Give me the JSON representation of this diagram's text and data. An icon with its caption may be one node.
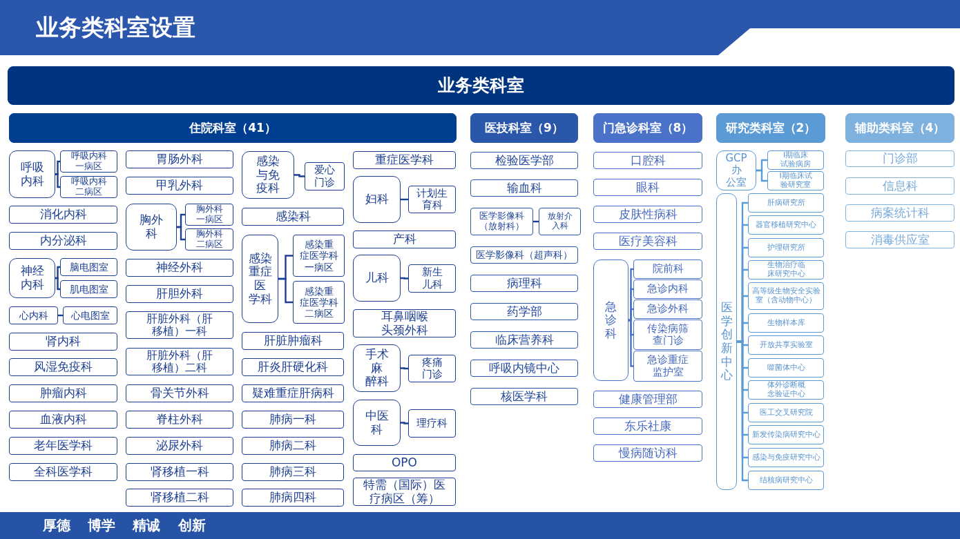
{
  "diagram": {
    "title": "业务类科室设置",
    "nodes": [
      {
        "text": [
          "业务类科室"
        ]
      },
      {
        "text": [
          "住院科室（41）"
        ]
      },
      {
        "text": [
          "呼吸内科"
        ]
      },
      {
        "text": [
          "呼吸内科一病区"
        ]
      },
      {
        "text": [
          "呼吸内科二病区"
        ]
      },
      {
        "text": [
          "消化内科"
        ]
      },
      {
        "text": [
          "内分泌科"
        ]
      },
      {
        "text": [
          "神经内科"
        ]
      },
      {
        "text": [
          "脑电图室"
        ]
      },
      {
        "text": [
          "肌电图室"
        ]
      },
      {
        "text": [
          "心内科"
        ]
      },
      {
        "text": [
          "心电图室"
        ]
      },
      {
        "text": [
          "肾内科"
        ]
      },
      {
        "text": [
          "风湿免疫科"
        ]
      },
      {
        "text": [
          "肿瘤内科"
        ]
      },
      {
        "text": [
          "血液内科"
        ]
      },
      {
        "text": [
          "老年医学科"
        ]
      },
      {
        "text": [
          "全科医学科"
        ]
      },
      {
        "text": [
          "胃肠外科"
        ]
      },
      {
        "text": [
          "甲乳外科"
        ]
      },
      {
        "text": [
          "胸外科"
        ]
      },
      {
        "text": [
          "胸外科一病区"
        ]
      },
      {
        "text": [
          "胸外科二病区"
        ]
      },
      {
        "text": [
          "神经外科"
        ]
      },
      {
        "text": [
          "肝胆外科"
        ]
      },
      {
        "text": [
          "肝脏外科（肝移植）一科"
        ]
      },
      {
        "text": [
          "肝脏外科（肝移植）二科"
        ]
      },
      {
        "text": [
          "骨关节外科"
        ]
      },
      {
        "text": [
          "脊柱外科"
        ]
      },
      {
        "text": [
          "泌尿外科"
        ]
      },
      {
        "text": [
          "肾移植一科"
        ]
      },
      {
        "text": [
          "肾移植二科"
        ]
      },
      {
        "text": [
          "感染与免疫科"
        ]
      },
      {
        "text": [
          "爱心门诊"
        ]
      },
      {
        "text": [
          "感染科"
        ]
      },
      {
        "text": [
          "感染重症医学科"
        ]
      },
      {
        "text": [
          "感染重症医学科一病区"
        ]
      },
      {
        "text": [
          "感染重症医学科二病区"
        ]
      },
      {
        "text": [
          "肝脏肿瘤科"
        ]
      },
      {
        "text": [
          "肝炎肝硬化科"
        ]
      },
      {
        "text": [
          "疑难重症肝病科"
        ]
      },
      {
        "text": [
          "肺病一科"
        ]
      },
      {
        "text": [
          "肺病二科"
        ]
      },
      {
        "text": [
          "肺病三科"
        ]
      },
      {
        "text": [
          "肺病四科"
        ]
      },
      {
        "text": [
          "重症医学科"
        ]
      },
      {
        "text": [
          "妇科"
        ]
      },
      {
        "text": [
          "计划生育科"
        ]
      },
      {
        "text": [
          "产科"
        ]
      },
      {
        "text": [
          "儿科"
        ]
      },
      {
        "text": [
          "新生儿科"
        ]
      },
      {
        "text": [
          "耳鼻咽喉头颈外科"
        ]
      },
      {
        "text": [
          "手术麻醉科"
        ]
      },
      {
        "text": [
          "疼痛门诊"
        ]
      },
      {
        "text": [
          "中医科"
        ]
      },
      {
        "text": [
          "理疗科"
        ]
      },
      {
        "text": [
          "OPO"
        ]
      },
      {
        "text": [
          "特需（国际）医疗病区（筹）"
        ]
      },
      {
        "text": [
          "医技科室（9）"
        ]
      },
      {
        "text": [
          "检验医学部"
        ]
      },
      {
        "text": [
          "输血科"
        ]
      },
      {
        "text": [
          "医学影像科（放射科）"
        ]
      },
      {
        "text": [
          "放射介入科"
        ]
      },
      {
        "text": [
          "医学影像科（超声科）"
        ]
      },
      {
        "text": [
          "病理科"
        ]
      },
      {
        "text": [
          "药学部"
        ]
      },
      {
        "text": [
          "临床营养科"
        ]
      },
      {
        "text": [
          "呼吸内镜中心"
        ]
      },
      {
        "text": [
          "核医学科"
        ]
      },
      {
        "text": [
          "门急诊科室（8）"
        ]
      },
      {
        "text": [
          "口腔科"
        ]
      },
      {
        "text": [
          "眼科"
        ]
      },
      {
        "text": [
          "皮肤性病科"
        ]
      },
      {
        "text": [
          "医疗美容科"
        ]
      },
      {
        "text": [
          "急诊科"
        ]
      },
      {
        "text": [
          "院前科"
        ]
      },
      {
        "text": [
          "急诊内科"
        ]
      },
      {
        "text": [
          "急诊外科"
        ]
      },
      {
        "text": [
          "传染病筛查门诊"
        ]
      },
      {
        "text": [
          "急诊重症监护室"
        ]
      },
      {
        "text": [
          "健康管理部"
        ]
      },
      {
        "text": [
          "东乐社康"
        ]
      },
      {
        "text": [
          "慢病随访科"
        ]
      },
      {
        "text": [
          "研究类科室（2）"
        ]
      },
      {
        "text": [
          "GCP办公室"
        ]
      },
      {
        "text": [
          "Ⅰ期临床试验病房"
        ]
      },
      {
        "text": [
          "Ⅰ期临床试验研究室"
        ]
      },
      {
        "text": [
          "医学创新中心"
        ]
      },
      {
        "text": [
          "肝病研究所"
        ]
      },
      {
        "text": [
          "器官移植研究中心"
        ]
      },
      {
        "text": [
          "护理研究所"
        ]
      },
      {
        "text": [
          "生物治疗临床研究中心"
        ]
      },
      {
        "text": [
          "高等级生物安全实验室（含动物中心）"
        ]
      },
      {
        "text": [
          "生物样本库"
        ]
      },
      {
        "text": [
          "开放共享实验室"
        ]
      },
      {
        "text": [
          "噬菌体中心"
        ]
      },
      {
        "text": [
          "体外诊断概念验证中心"
        ]
      },
      {
        "text": [
          "医工交叉研究院"
        ]
      },
      {
        "text": [
          "新发传染病研究中心"
        ]
      },
      {
        "text": [
          "感染与免疫研究中心"
        ]
      },
      {
        "text": [
          "结核病研究中心"
        ]
      },
      {
        "text": [
          "辅助类科室（4）"
        ]
      },
      {
        "text": [
          "门诊部"
        ]
      },
      {
        "text": [
          "信息科"
        ]
      },
      {
        "text": [
          "病案统计科"
        ]
      },
      {
        "text": [
          "消毒供应室"
        ]
      }
    ],
    "edges": [
      {
        "from": 2,
        "to": 3,
        "arrow": "none"
      },
      {
        "from": 2,
        "to": 4,
        "arrow": "none"
      },
      {
        "from": 7,
        "to": 8,
        "arrow": "none"
      },
      {
        "from": 7,
        "to": 9,
        "arrow": "none"
      },
      {
        "from": 10,
        "to": 11,
        "arrow": "none"
      },
      {
        "from": 20,
        "to": 21,
        "arrow": "none"
      },
      {
        "from": 20,
        "to": 22,
        "arrow": "none"
      },
      {
        "from": 32,
        "to": 33,
        "arrow": "none"
      },
      {
        "from": 35,
        "to": 36,
        "arrow": "none"
      },
      {
        "from": 35,
        "to": 37,
        "arrow": "none"
      },
      {
        "from": 46,
        "to": 47,
        "arrow": "none"
      },
      {
        "from": 49,
        "to": 50,
        "arrow": "none"
      },
      {
        "from": 52,
        "to": 53,
        "arrow": "none"
      },
      {
        "from": 54,
        "to": 55,
        "arrow": "none"
      },
      {
        "from": 61,
        "to": 62,
        "arrow": "none"
      },
      {
        "from": 74,
        "to": 75,
        "arrow": "none",
        "color": "#4a72c8"
      },
      {
        "from": 74,
        "to": 76,
        "arrow": "none",
        "color": "#4a72c8"
      },
      {
        "from": 74,
        "to": 77,
        "arrow": "none",
        "color": "#4a72c8"
      },
      {
        "from": 74,
        "to": 78,
        "arrow": "none",
        "color": "#4a72c8"
      },
      {
        "from": 74,
        "to": 79,
        "arrow": "none",
        "color": "#4a72c8"
      },
      {
        "from": 84,
        "to": 85,
        "arrow": "none",
        "color": "#5b9bd5"
      },
      {
        "from": 84,
        "to": 86,
        "arrow": "none",
        "color": "#5b9bd5"
      },
      {
        "from": 87,
        "to": 88,
        "arrow": "none",
        "color": "#5b9bd5"
      },
      {
        "from": 87,
        "to": 89,
        "arrow": "none",
        "color": "#5b9bd5"
      },
      {
        "from": 87,
        "to": 90,
        "arrow": "none",
        "color": "#5b9bd5"
      },
      {
        "from": 87,
        "to": 91,
        "arrow": "none",
        "color": "#5b9bd5"
      },
      {
        "from": 87,
        "to": 92,
        "arrow": "none",
        "color": "#5b9bd5"
      },
      {
        "from": 87,
        "to": 93,
        "arrow": "none",
        "color": "#5b9bd5"
      },
      {
        "from": 87,
        "to": 94,
        "arrow": "none",
        "color": "#5b9bd5"
      },
      {
        "from": 87,
        "to": 95,
        "arrow": "none",
        "color": "#5b9bd5"
      },
      {
        "from": 87,
        "to": 96,
        "arrow": "none",
        "color": "#5b9bd5"
      },
      {
        "from": 87,
        "to": 97,
        "arrow": "none",
        "color": "#5b9bd5"
      },
      {
        "from": 87,
        "to": 98,
        "arrow": "none",
        "color": "#5b9bd5"
      },
      {
        "from": 87,
        "to": 99,
        "arrow": "none",
        "color": "#5b9bd5"
      },
      {
        "from": 87,
        "to": 100,
        "arrow": "none",
        "color": "#5b9bd5"
      }
    ],
    "labels": [
      "厚德",
      "博学",
      "精诚",
      "创新"
    ]
  }
}
